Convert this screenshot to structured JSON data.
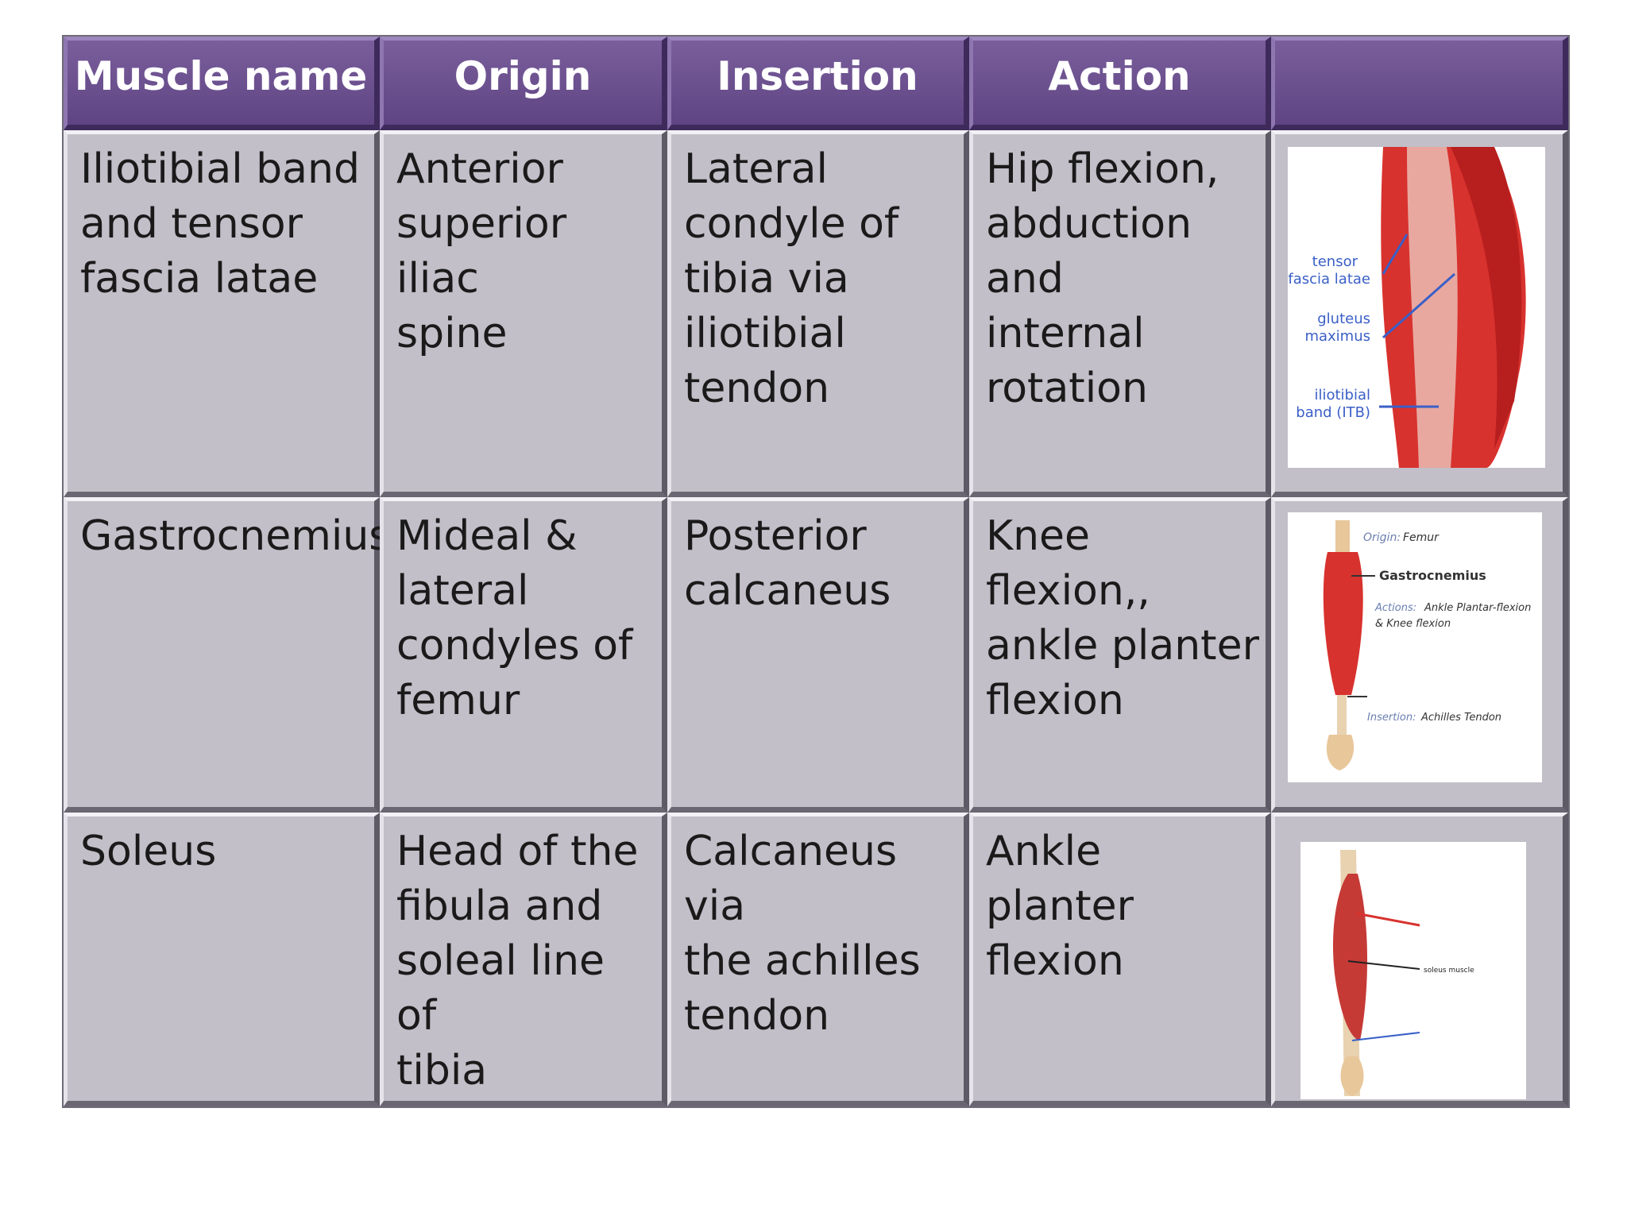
{
  "table": {
    "headers": [
      "Muscle name",
      "Origin",
      "Insertion",
      "Action",
      ""
    ],
    "rows": [
      {
        "muscle": "Iliotibial band\nand tensor\nfascia latae",
        "origin": "Anterior\nsuperior iliac\nspine",
        "insertion": "Lateral\ncondyle of\ntibia via\niliotibial\ntendon",
        "action": "Hip flexion,\nabduction and\ninternal\nrotation",
        "image": {
          "labels": [
            "tensor",
            "fascia latae",
            "gluteus",
            "maximus",
            "iliotibial",
            "band (ITB)"
          ]
        }
      },
      {
        "muscle": "Gastrocnemius",
        "origin": "Mideal &\nlateral\ncondyles of\nfemur",
        "insertion": "Posterior\ncalcaneus",
        "action": "Knee flexion,,\nankle planter\nflexion",
        "image": {
          "labels": [
            "Origin:",
            "Femur",
            "Gastrocnemius",
            "Actions:",
            "Ankle Plantar-flexion",
            "& Knee flexion",
            "Insertion:",
            "Achilles Tendon"
          ]
        }
      },
      {
        "muscle": "Soleus",
        "origin": "Head of the\nfibula and\nsoleal line of\ntibia",
        "insertion": "Calcaneus via\nthe achilles\ntendon",
        "action": "Ankle planter\nflexion",
        "image": {
          "labels": [
            "soleus muscle"
          ]
        }
      }
    ]
  },
  "colors": {
    "header_bg": "#6a4f8e",
    "cell_bg": "#c2bfc8",
    "muscle_red": "#d8322e"
  }
}
